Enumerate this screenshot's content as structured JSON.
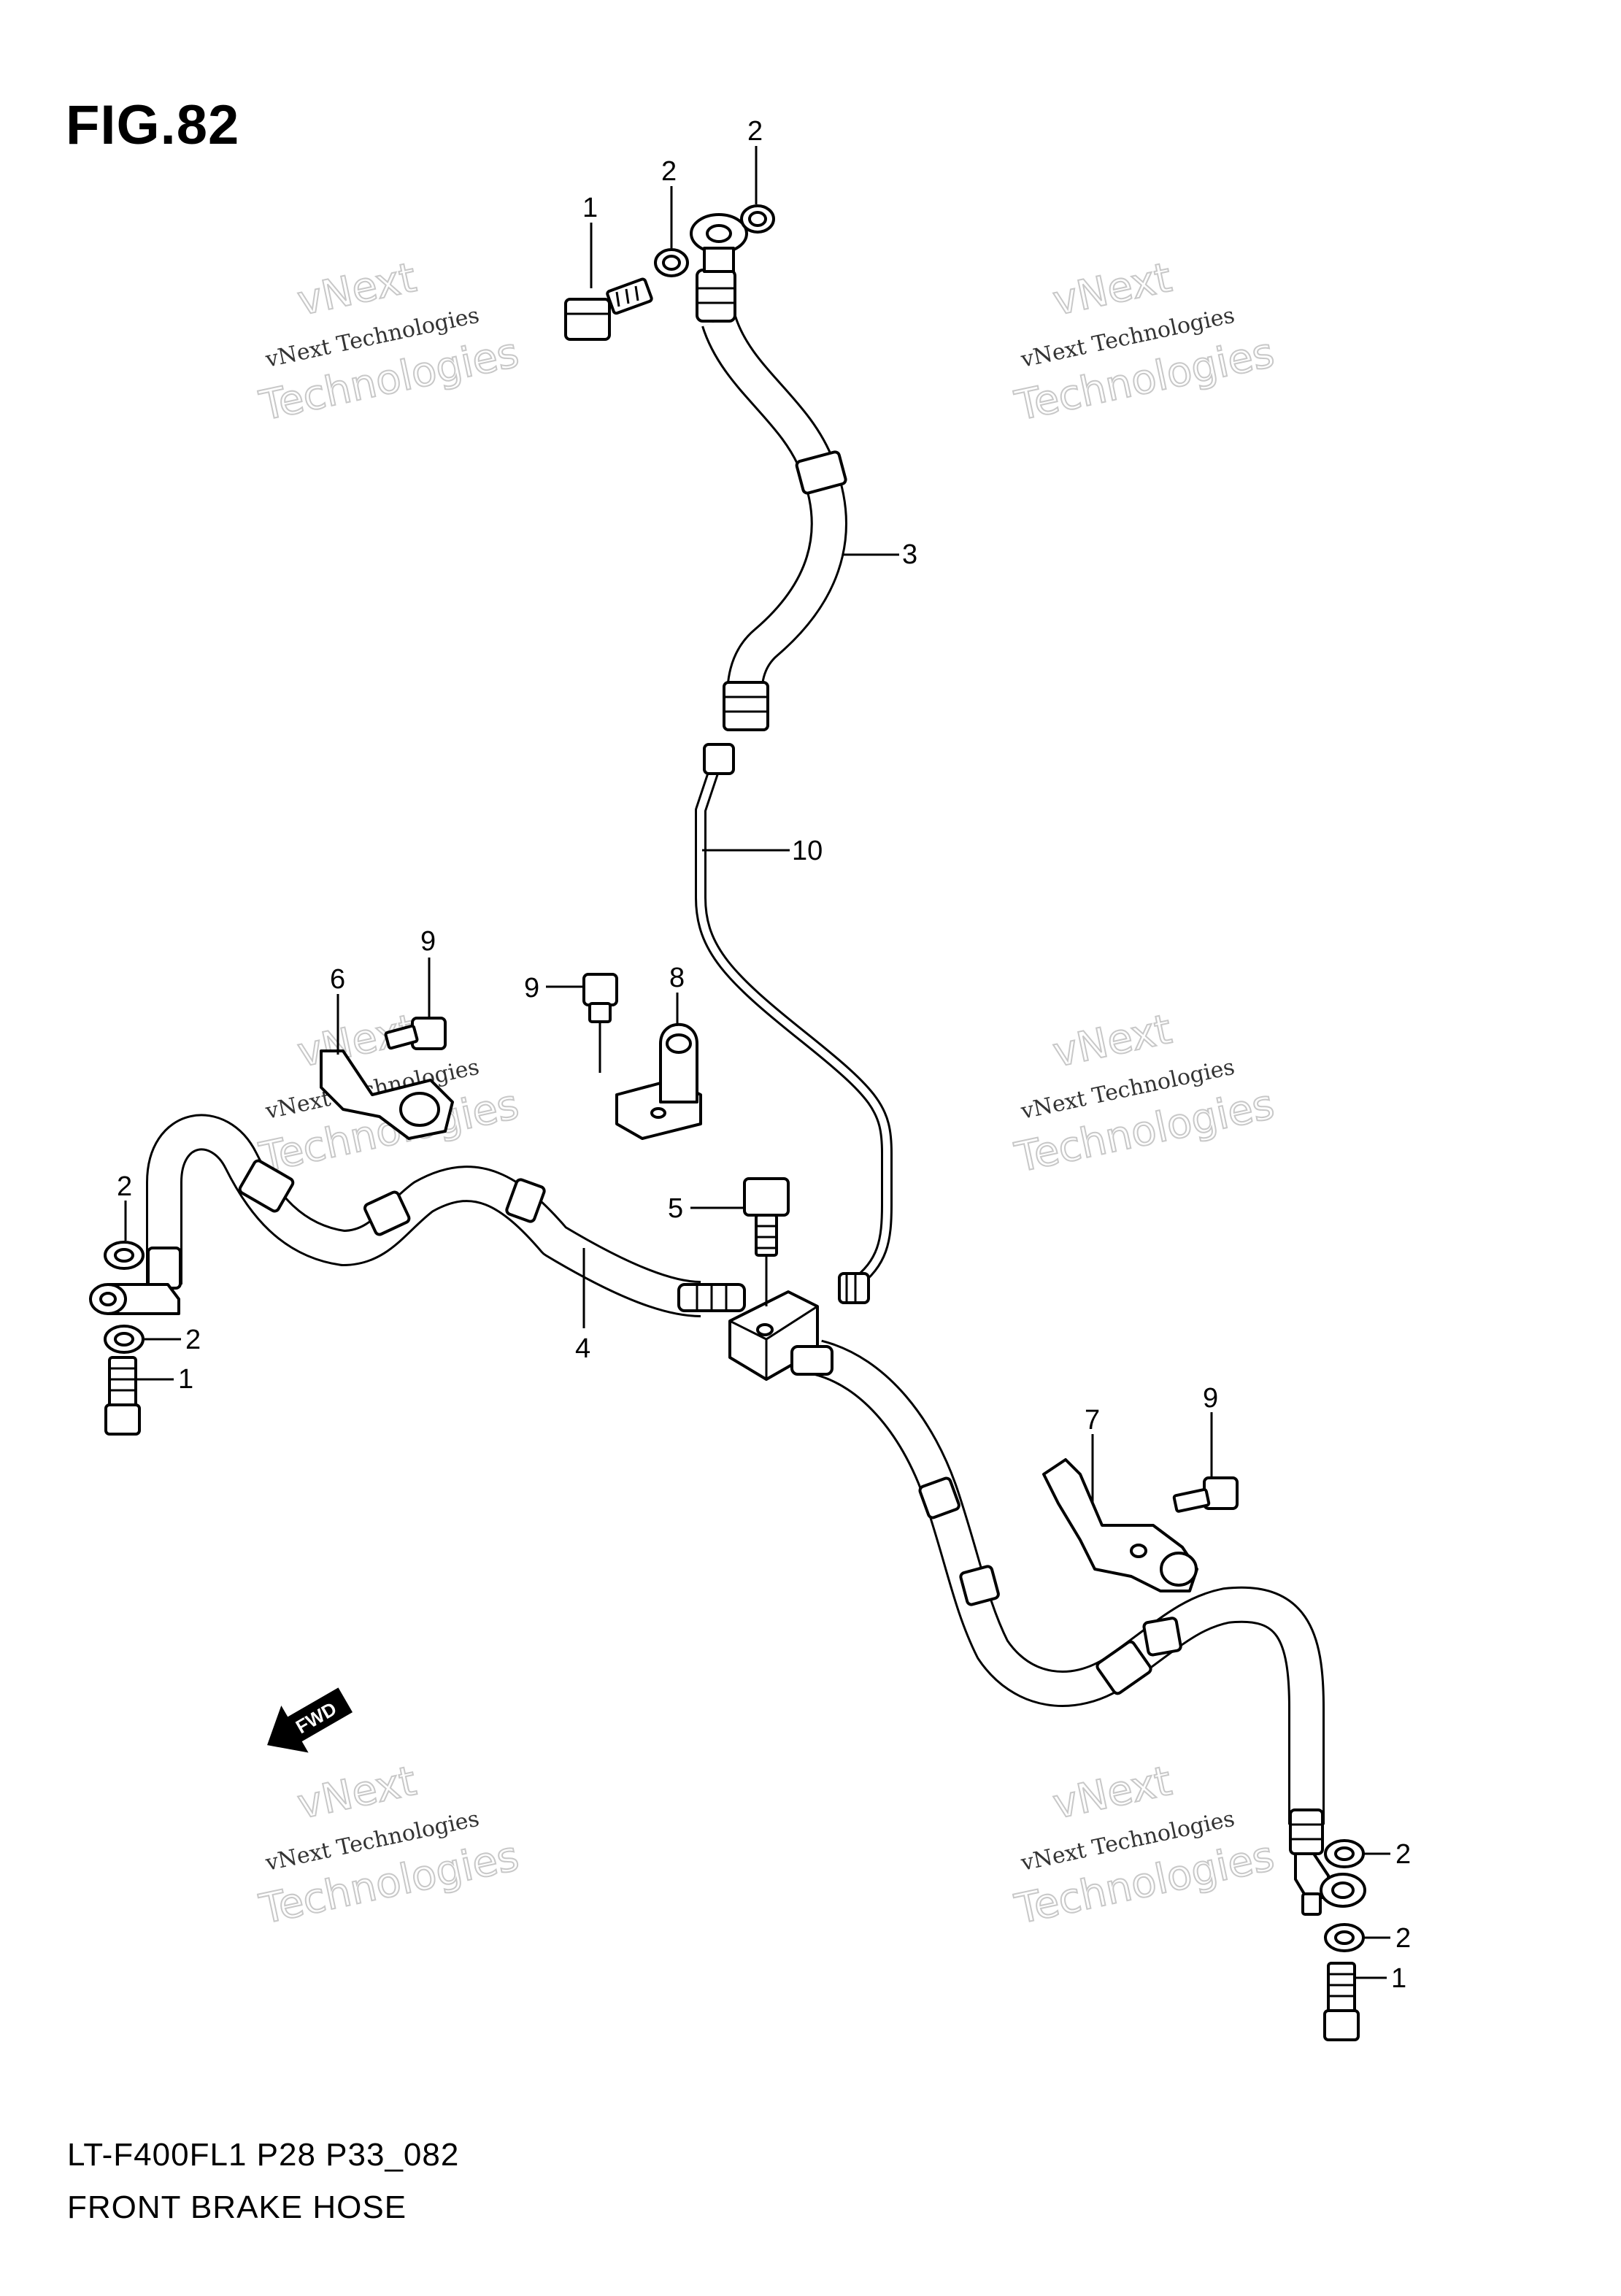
{
  "figure": {
    "title": "FIG.82",
    "model_code": "LT-F400FL1 P28 P33_082",
    "diagram_title": "FRONT BRAKE HOSE"
  },
  "watermark": {
    "line1": "vNext",
    "line2": "vNext Technologies",
    "line3": "Technologies"
  },
  "direction_marker": {
    "label": "FWD"
  },
  "callouts": [
    {
      "id": "c-1-top",
      "label": "1"
    },
    {
      "id": "c-2-top-a",
      "label": "2"
    },
    {
      "id": "c-2-top-b",
      "label": "2"
    },
    {
      "id": "c-3",
      "label": "3"
    },
    {
      "id": "c-10",
      "label": "10"
    },
    {
      "id": "c-9-left",
      "label": "9"
    },
    {
      "id": "c-6",
      "label": "6"
    },
    {
      "id": "c-9-mid",
      "label": "9"
    },
    {
      "id": "c-8",
      "label": "8"
    },
    {
      "id": "c-2-left-a",
      "label": "2"
    },
    {
      "id": "c-2-left-b",
      "label": "2"
    },
    {
      "id": "c-1-left",
      "label": "1"
    },
    {
      "id": "c-4",
      "label": "4"
    },
    {
      "id": "c-5",
      "label": "5"
    },
    {
      "id": "c-7",
      "label": "7"
    },
    {
      "id": "c-9-right",
      "label": "9"
    },
    {
      "id": "c-2-right-a",
      "label": "2"
    },
    {
      "id": "c-2-right-b",
      "label": "2"
    },
    {
      "id": "c-1-right",
      "label": "1"
    }
  ]
}
